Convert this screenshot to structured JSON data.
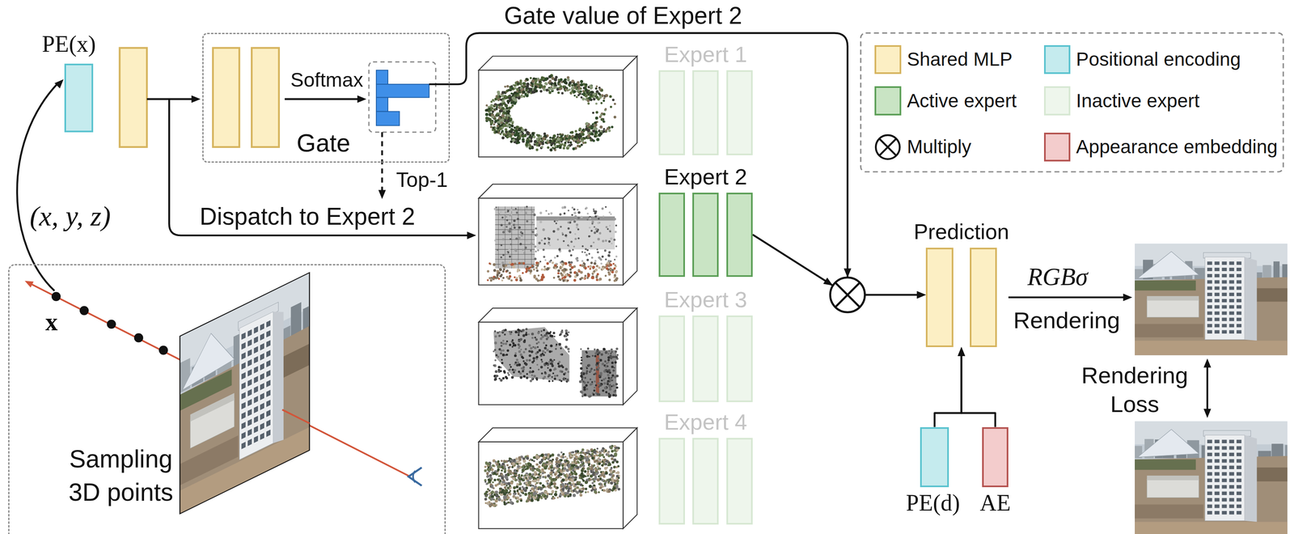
{
  "diagram": {
    "nodes": [
      {
        "text": [
          "PE(x)"
        ]
      },
      {
        "text": [
          "Gate"
        ]
      },
      {
        "text": [
          "Expert 1"
        ]
      },
      {
        "text": [
          "Expert 2"
        ]
      },
      {
        "text": [
          "Expert 3"
        ]
      },
      {
        "text": [
          "Expert 4"
        ]
      },
      {
        "text": [
          "Prediction"
        ]
      },
      {
        "text": [
          "PE(d)"
        ]
      },
      {
        "text": [
          "AE"
        ]
      },
      {
        "text": [
          "Sampling 3D points"
        ]
      }
    ],
    "edges": [
      {
        "from": 3,
        "to": 6,
        "arrow": "to"
      },
      {
        "from": 1,
        "to": 6,
        "arrow": "to",
        "label": "Gate value of Expert 2"
      },
      {
        "from": 7,
        "to": 6,
        "arrow": "to"
      },
      {
        "from": 8,
        "to": 6,
        "arrow": "to"
      }
    ],
    "labels": [
      "Softmax",
      "Top-1",
      "Dispatch to Expert 2",
      "(x, y, z)",
      "x",
      "RGBσ",
      "Rendering",
      "Rendering Loss"
    ],
    "legend": [
      {
        "text": "Shared MLP",
        "color": "#fcefc4"
      },
      {
        "text": "Positional encoding",
        "color": "#c5ebee"
      },
      {
        "text": "Active expert",
        "color": "#c9e4c4"
      },
      {
        "text": "Inactive expert",
        "color": "#eef6ec"
      },
      {
        "text": "Multiply"
      },
      {
        "text": "Appearance embedding",
        "color": "#f3cccc"
      }
    ]
  }
}
